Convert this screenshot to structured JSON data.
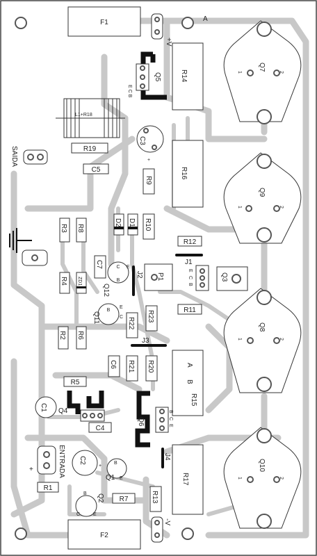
{
  "components": {
    "F1": "F1",
    "F2": "F2",
    "pos_v": "+V",
    "neg_v": "-V",
    "A_top": "A",
    "Q5": "Q5",
    "Q5_pins": "E C B",
    "R14": "R14",
    "Q7": "Q7",
    "L1": "L1+R18",
    "SAIDA": "SAIDA",
    "R19": "R19",
    "C3": "C3",
    "C5": "C5",
    "R16": "R16",
    "R9": "R9",
    "Q9": "Q9",
    "R3": "R3",
    "R8": "R8",
    "D2": "D2",
    "D1": "D1",
    "R10": "R10",
    "R12": "R12",
    "C7": "C7",
    "Q12": "Q12",
    "J2": "J2",
    "P1": "P1",
    "J1": "J1",
    "Q3": "Q3",
    "R4": "R4",
    "ZD1": "ZD1",
    "Q11": "Q11",
    "R22": "R22",
    "R23": "R23",
    "R11": "R11",
    "Q8": "Q8",
    "R2": "R2",
    "R6": "R6",
    "J3": "J3",
    "C6": "C6",
    "R21": "R21",
    "R20": "R20",
    "R15_A": "A",
    "R15_B": "B",
    "R15": "R15",
    "R5": "R5",
    "C1": "C1",
    "Q4": "Q4",
    "C4": "C4",
    "Q6": "Q6",
    "J4": "J4",
    "ENTRADA": "ENTRADA",
    "C2": "C2",
    "Q1": "Q1",
    "R17": "R17",
    "Q10": "Q10",
    "R1": "R1",
    "Q2": "Q2",
    "R7": "R7",
    "R13": "R13",
    "pin_1": "1",
    "pin_2": "2",
    "pin_E": "E",
    "pin_B": "B",
    "pin_C": "C",
    "plus": "+"
  },
  "colors": {
    "trace": "#c8c8c8",
    "outline": "#333333",
    "jumper": "#111111"
  }
}
